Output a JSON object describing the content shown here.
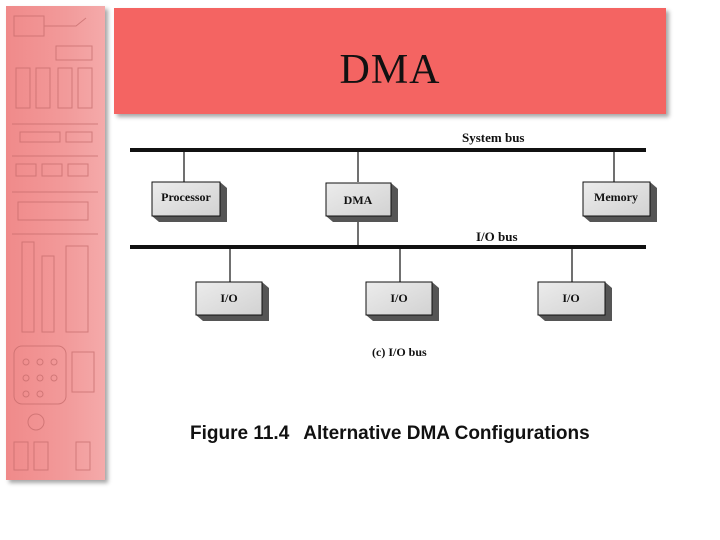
{
  "slide": {
    "title": "DMA"
  },
  "diagram": {
    "system_bus_label": "System bus",
    "io_bus_label": "I/O bus",
    "boxes": {
      "processor": "Processor",
      "dma": "DMA",
      "memory": "Memory",
      "io_1": "I/O",
      "io_2": "I/O",
      "io_3": "I/O"
    },
    "subcaption": "(c) I/O bus"
  },
  "figure": {
    "number": "Figure 11.4",
    "title": "Alternative DMA Configurations"
  },
  "colors": {
    "banner": "#f46462",
    "sidebar": "#f29a9a",
    "box_face": "#dcdcdc",
    "box_shadow": "#555555"
  }
}
